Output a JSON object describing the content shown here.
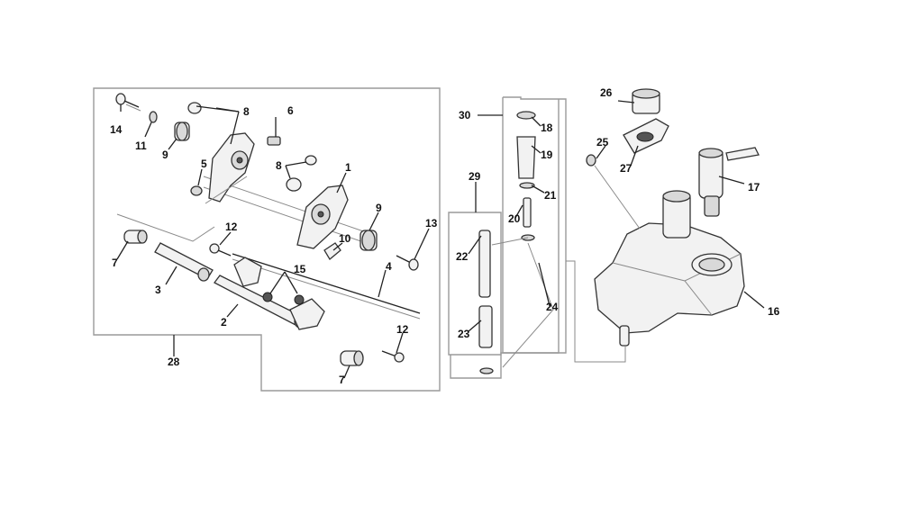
{
  "callouts": {
    "p1": "1",
    "p2": "2",
    "p3": "3",
    "p4": "4",
    "p5": "5",
    "p6": "6",
    "p7a": "7",
    "p7b": "7",
    "p8a": "8",
    "p8b": "8",
    "p9a": "9",
    "p9b": "9",
    "p10": "10",
    "p11": "11",
    "p12a": "12",
    "p12b": "12",
    "p13": "13",
    "p14": "14",
    "p15": "15",
    "p16": "16",
    "p17": "17",
    "p18": "18",
    "p19": "19",
    "p20": "20",
    "p21": "21",
    "p22": "22",
    "p23": "23",
    "p24": "24",
    "p25": "25",
    "p26": "26",
    "p27": "27",
    "p28": "28",
    "p29": "29",
    "p30": "30"
  }
}
